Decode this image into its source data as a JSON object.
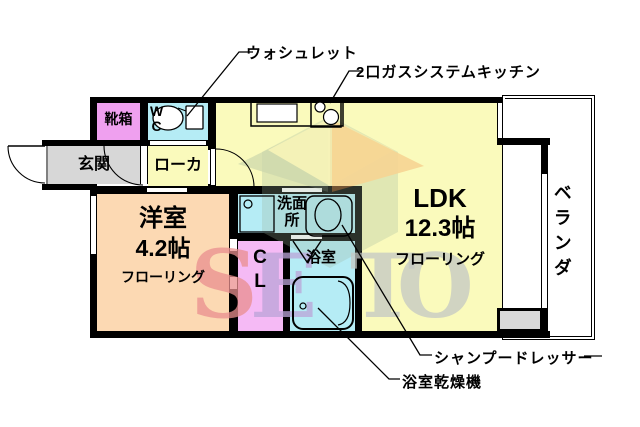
{
  "rooms": {
    "shoebox": {
      "label": "靴箱"
    },
    "wc": {
      "l1": "W",
      "l2": "C"
    },
    "genkan": {
      "label": "玄関"
    },
    "roka": {
      "label": "ローカ"
    },
    "western_room": {
      "name": "洋室",
      "size": "4.2帖",
      "floor": "フローリング"
    },
    "ldk": {
      "name": "LDK",
      "size": "12.3帖",
      "floor": "フローリング"
    },
    "washroom": {
      "l1": "洗面",
      "l2": "所"
    },
    "bathroom": {
      "label": "浴室"
    },
    "closet": {
      "l1": "C",
      "l2": "L"
    },
    "veranda": {
      "label": "ベランダ"
    }
  },
  "annotations": {
    "washlet": "ウォシュレット",
    "gas_kitchen": "2口ガスシステムキッチン",
    "shampoo_dresser": "シャンプードレッサー",
    "bath_dryer": "浴室乾燥機"
  },
  "watermark": {
    "letters": {
      "s": "S",
      "e": "E",
      "t": "T",
      "o": "O"
    }
  },
  "colors": {
    "wall": "#000000",
    "yellow": "#fafabc",
    "peach": "#fcd9b3",
    "pink": "#efa0ef",
    "pinklight": "#f5baf5",
    "cyan": "#b5ecf5",
    "gray": "#d7d7d7",
    "graybox": "#d9d9d9",
    "wms": "#ea8f8f",
    "wme": "#bba4d8",
    "wmgray": "#c4c8c4",
    "logoorange": "#f4b06a",
    "logoyellow": "#f7f0b6",
    "logogreen": "#9cb29b"
  }
}
